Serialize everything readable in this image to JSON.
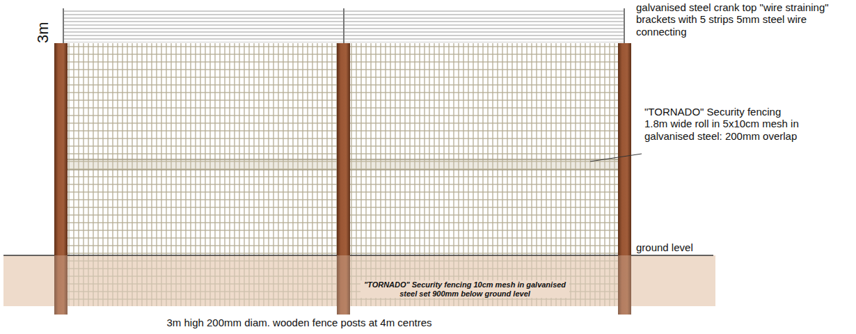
{
  "diagram": {
    "labels": [
      "3m",
      "galvanised steel crank top \"wire straining\" brackets with 5 strips 5mm steel wire connecting",
      "\"TORNADO\" Security fencing 1.8m wide roll in 5x10cm mesh in galvanised steel: 200mm overlap",
      "ground level",
      "\"TORNADO\" Security fencing 10cm mesh in galvanised steel set 900mm below ground level",
      "3m high 200mm diam. wooden fence posts at 4m centres"
    ]
  }
}
